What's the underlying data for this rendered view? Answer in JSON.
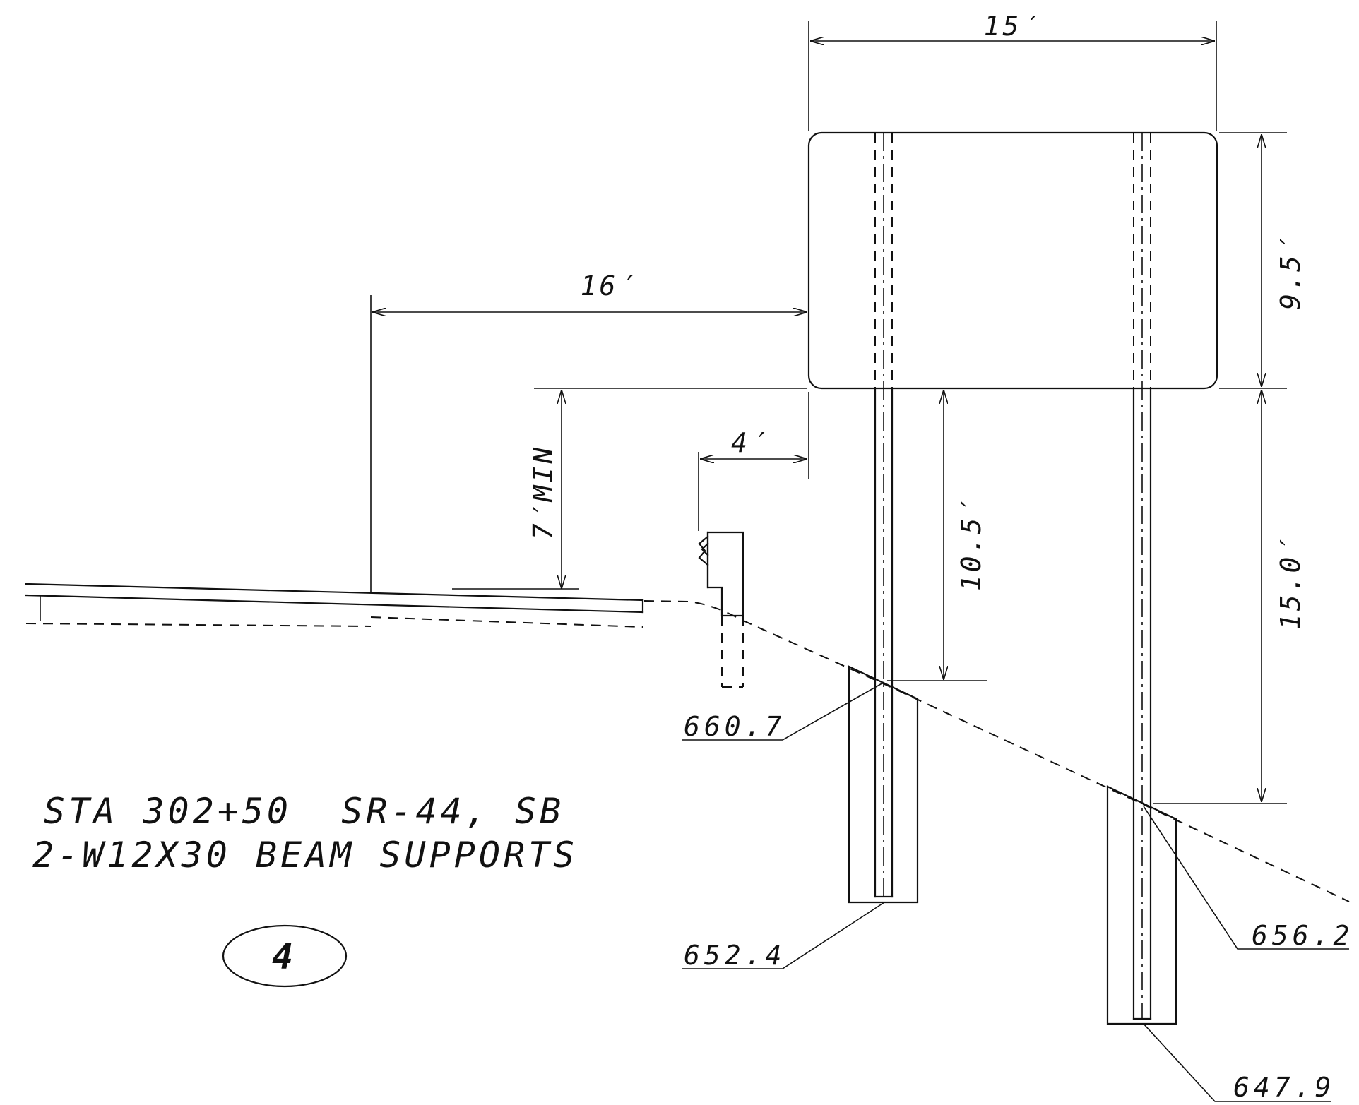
{
  "dimensions": {
    "sign_width": "15′",
    "sign_height": "9.5′",
    "sign_offset": "16′",
    "post_offset": "4′",
    "min_clearance": "7′MIN",
    "clearance_to_post": "10.5′",
    "post_height": "15.0′"
  },
  "elevations": {
    "post1_ground": "660.7",
    "post1_bottom": "652.4",
    "post2_ground": "656.2",
    "post2_bottom": "647.9"
  },
  "title": {
    "line1": "STA 302+50  SR-44, SB",
    "line2": "2-W12X30 BEAM SUPPORTS"
  },
  "badge": {
    "number": "4"
  }
}
